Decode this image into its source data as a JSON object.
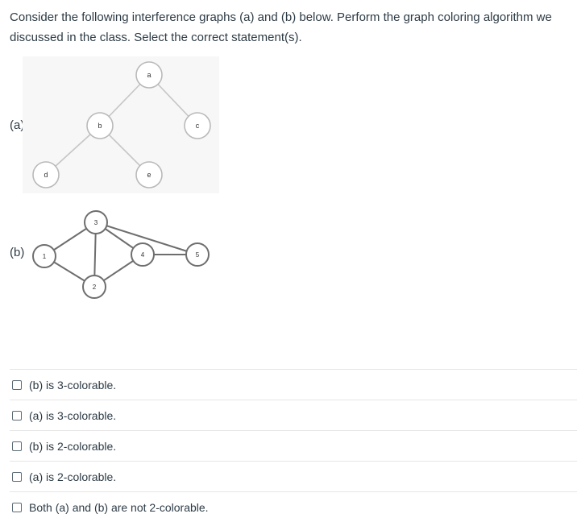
{
  "question": {
    "text": "Consider the following interference graphs (a) and (b) below. Perform the graph coloring algorithm we discussed in the class. Select the correct statement(s)."
  },
  "graph_a": {
    "label": "(a)",
    "nodes": [
      "a",
      "b",
      "c",
      "d",
      "e"
    ]
  },
  "graph_b": {
    "label": "(b)",
    "nodes": [
      "1",
      "2",
      "3",
      "4",
      "5"
    ]
  },
  "answers": [
    {
      "label": "(b) is 3-colorable."
    },
    {
      "label": "(a) is 3-colorable."
    },
    {
      "label": "(b) is 2-colorable."
    },
    {
      "label": "(a) is 2-colorable."
    },
    {
      "label": "Both (a) and (b) are not 2-colorable."
    }
  ]
}
